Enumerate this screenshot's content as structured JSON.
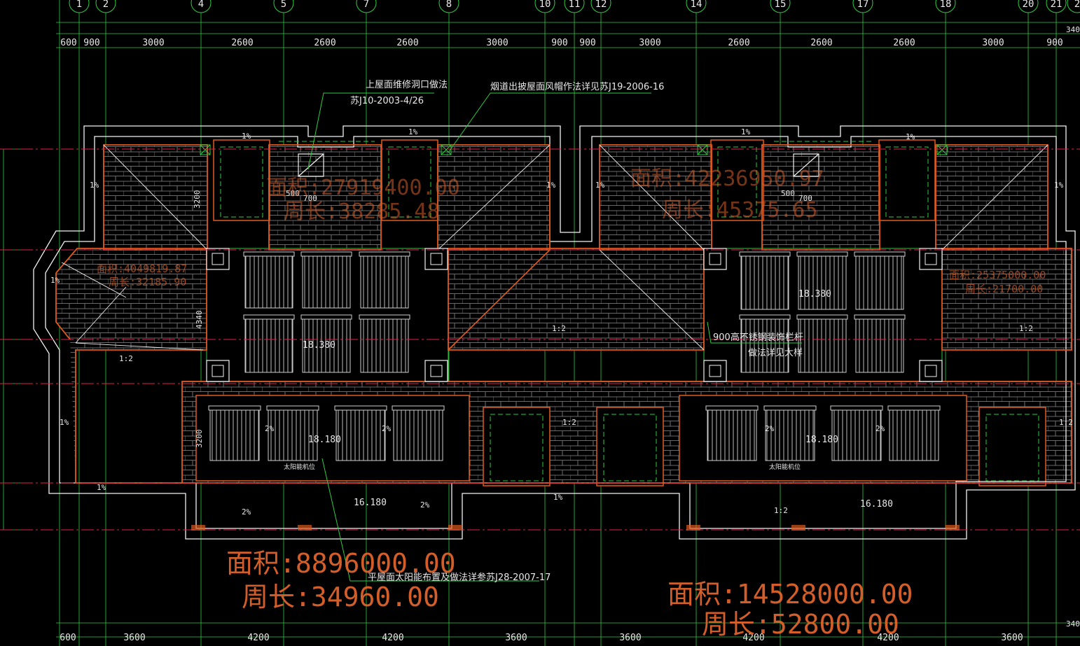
{
  "axes": [
    "1",
    "2",
    "4",
    "5",
    "7",
    "8",
    "10",
    "11",
    "12",
    "14",
    "15",
    "17",
    "18",
    "20",
    "21",
    "2"
  ],
  "top_dims": [
    "600",
    "900",
    "3000",
    "2600",
    "2600",
    "2600",
    "3000",
    "900",
    "900",
    "3000",
    "2600",
    "2600",
    "2600",
    "3000",
    "900"
  ],
  "bottom_dims": [
    "600",
    "3600",
    "4200",
    "4200",
    "3600",
    "3600",
    "4200",
    "4200",
    "3600"
  ],
  "edge_labels": {
    "top_right": "340",
    "bottom_right": "340"
  },
  "notes": {
    "roof_hatch": "上屋面维修洞口做法",
    "roof_hatch_ref": "苏J10-2003-4/26",
    "chimney": "烟道出披屋面风帽作法详见苏J19-2006-16",
    "railing": "900高不锈钢装饰栏杆",
    "railing_ref": "做法详见大样",
    "solar": "平屋面太阳能布置及做法详参苏J28-2007-17",
    "solar_label_left": "太阳能机位",
    "solar_label_right": "太阳能机位"
  },
  "elevations": [
    "18.380",
    "18.380",
    "18.180",
    "18.180",
    "16.180",
    "16.180"
  ],
  "slopes": [
    "1%",
    "1%",
    "1%",
    "1%",
    "1%",
    "1%",
    "1%",
    "1%",
    "1%",
    "1%",
    "1%",
    "1%",
    "2%",
    "2%",
    "2%",
    "2%",
    "2%",
    "2%",
    "1:2",
    "1:2",
    "1:2",
    "1:2",
    "1:2",
    "1:2"
  ],
  "dims_inner": [
    "3200",
    "4340",
    "3200",
    "500",
    "700",
    "500",
    "700"
  ],
  "area_labels": {
    "big1_area": "面积:8896000.00",
    "big1_perim": "周长:34960.00",
    "big2_area": "面积:14528000.00",
    "big2_perim": "周长:52800.00",
    "mid1_area": "面积:27919400.00",
    "mid1_perim": "周长:38285.48",
    "mid2_area": "面积:42236950.97",
    "mid2_perim": "周长:45375.65",
    "sm1_area": "面积:4049819.87",
    "sm1_perim": "周长:32185.90",
    "sm2_area": "面积:25375000.00",
    "sm2_perim": "周长:21700.00"
  },
  "colors": {
    "grid_green": "#2ecc40",
    "axis_red": "#e0204a",
    "wall_white": "#f2f2f2",
    "roof_orange": "#e05a1e",
    "hatch_gray": "#8a8a8a"
  }
}
